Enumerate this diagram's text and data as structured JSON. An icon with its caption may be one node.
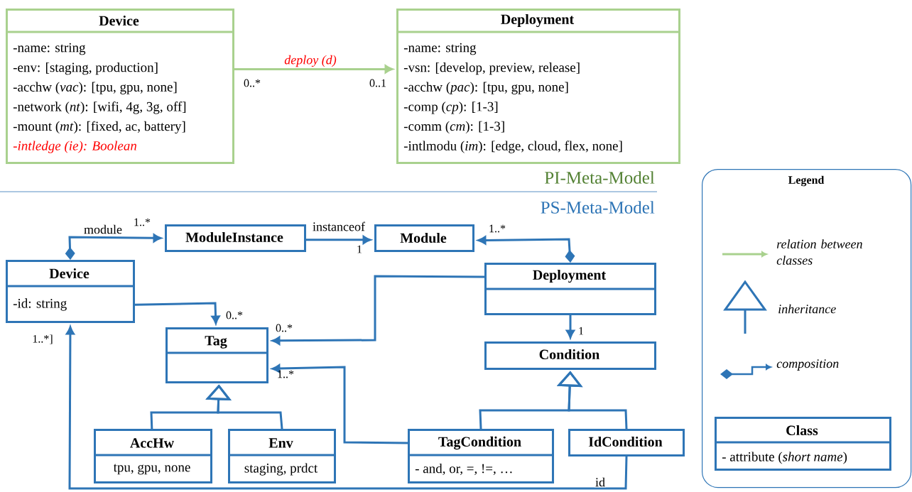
{
  "diagram": {
    "nodes": [
      {
        "text": [
          "Device",
          "-name: string",
          "-env: [staging, production]",
          "-acchw (*vac*): [tpu, gpu, none]",
          "-network (*nt*): [wifi, 4g, 3g, off]",
          "-mount (*mt*): [fixed, ac, battery]",
          "-intledge (ie): Boolean"
        ]
      },
      {
        "text": [
          "Deployment",
          "-name: string",
          "-vsn: [develop, preview, release]",
          "-acchw (*pac*): [tpu, gpu, none]",
          "-comp (*cp*): [1-3]",
          "-comm (*cm*): [1-3]",
          "-intlmodu (*im*): [edge, cloud, flex, none]"
        ]
      },
      {
        "text": [
          "ModuleInstance"
        ]
      },
      {
        "text": [
          "Module"
        ]
      },
      {
        "text": [
          "Device",
          "-id: string"
        ]
      },
      {
        "text": [
          "Deployment"
        ]
      },
      {
        "text": [
          "Tag"
        ]
      },
      {
        "text": [
          "Condition"
        ]
      },
      {
        "text": [
          "AccHw",
          "tpu, gpu, none"
        ]
      },
      {
        "text": [
          "Env",
          "staging, prdct"
        ]
      },
      {
        "text": [
          "TagCondition",
          "- and, or, =, !=, …"
        ]
      },
      {
        "text": [
          "IdCondition"
        ]
      },
      {
        "text": [
          "Legend"
        ]
      },
      {
        "text": [
          "Class",
          "- attribute (*short name*)"
        ],
        "in": 12
      }
    ],
    "edges": [
      {
        "from": 0,
        "to": 1,
        "arrow": "to",
        "label": "deploy (d)",
        "color": "#a9d18e"
      },
      {
        "from": 4,
        "to": 2,
        "arrow": "to",
        "label": "module"
      },
      {
        "from": 2,
        "to": 3,
        "arrow": "to",
        "label": "instanceof"
      },
      {
        "from": 5,
        "to": 3,
        "arrow": "to"
      },
      {
        "from": 4,
        "to": 6,
        "arrow": "to"
      },
      {
        "from": 5,
        "to": 6,
        "arrow": "to"
      },
      {
        "from": 5,
        "to": 7,
        "arrow": "to"
      },
      {
        "from": 8,
        "to": 6,
        "arrow": "to"
      },
      {
        "from": 9,
        "to": 6,
        "arrow": "to"
      },
      {
        "from": 10,
        "to": 7,
        "arrow": "to"
      },
      {
        "from": 11,
        "to": 7,
        "arrow": "to"
      },
      {
        "from": 10,
        "to": 6,
        "arrow": "to"
      },
      {
        "from": 11,
        "to": 4,
        "arrow": "to",
        "label": "id"
      }
    ],
    "labels": [
      "0..*",
      "0..1",
      "PI-Meta-Model",
      "PS-Meta-Model",
      "1..*",
      "1..*",
      "1",
      "0..*",
      "0..*",
      "1",
      "1..*]",
      "1..*"
    ],
    "legend": [
      {
        "text": "relation between classes"
      },
      {
        "text": "inheritance"
      },
      {
        "text": "composition"
      }
    ]
  }
}
